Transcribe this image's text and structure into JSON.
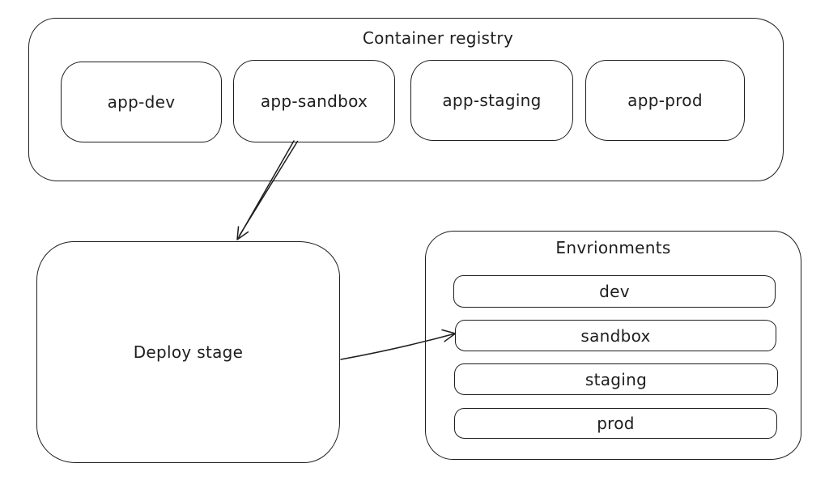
{
  "colors": {
    "stroke": "#1e1e1e",
    "canvas_bg": "#ffffff"
  },
  "registry": {
    "title": "Container registry",
    "items": [
      {
        "label": "app-dev"
      },
      {
        "label": "app-sandbox"
      },
      {
        "label": "app-staging"
      },
      {
        "label": "app-prod"
      }
    ]
  },
  "deploy": {
    "label": "Deploy stage"
  },
  "environments": {
    "title": "Envrionments",
    "items": [
      {
        "label": "dev"
      },
      {
        "label": "sandbox"
      },
      {
        "label": "staging"
      },
      {
        "label": "prod"
      }
    ]
  },
  "arrows": [
    {
      "id": "app-sandbox-to-deploy-stage",
      "from": "app-sandbox",
      "to": "Deploy stage"
    },
    {
      "id": "deploy-stage-to-env-sandbox",
      "from": "Deploy stage",
      "to": "sandbox"
    }
  ]
}
